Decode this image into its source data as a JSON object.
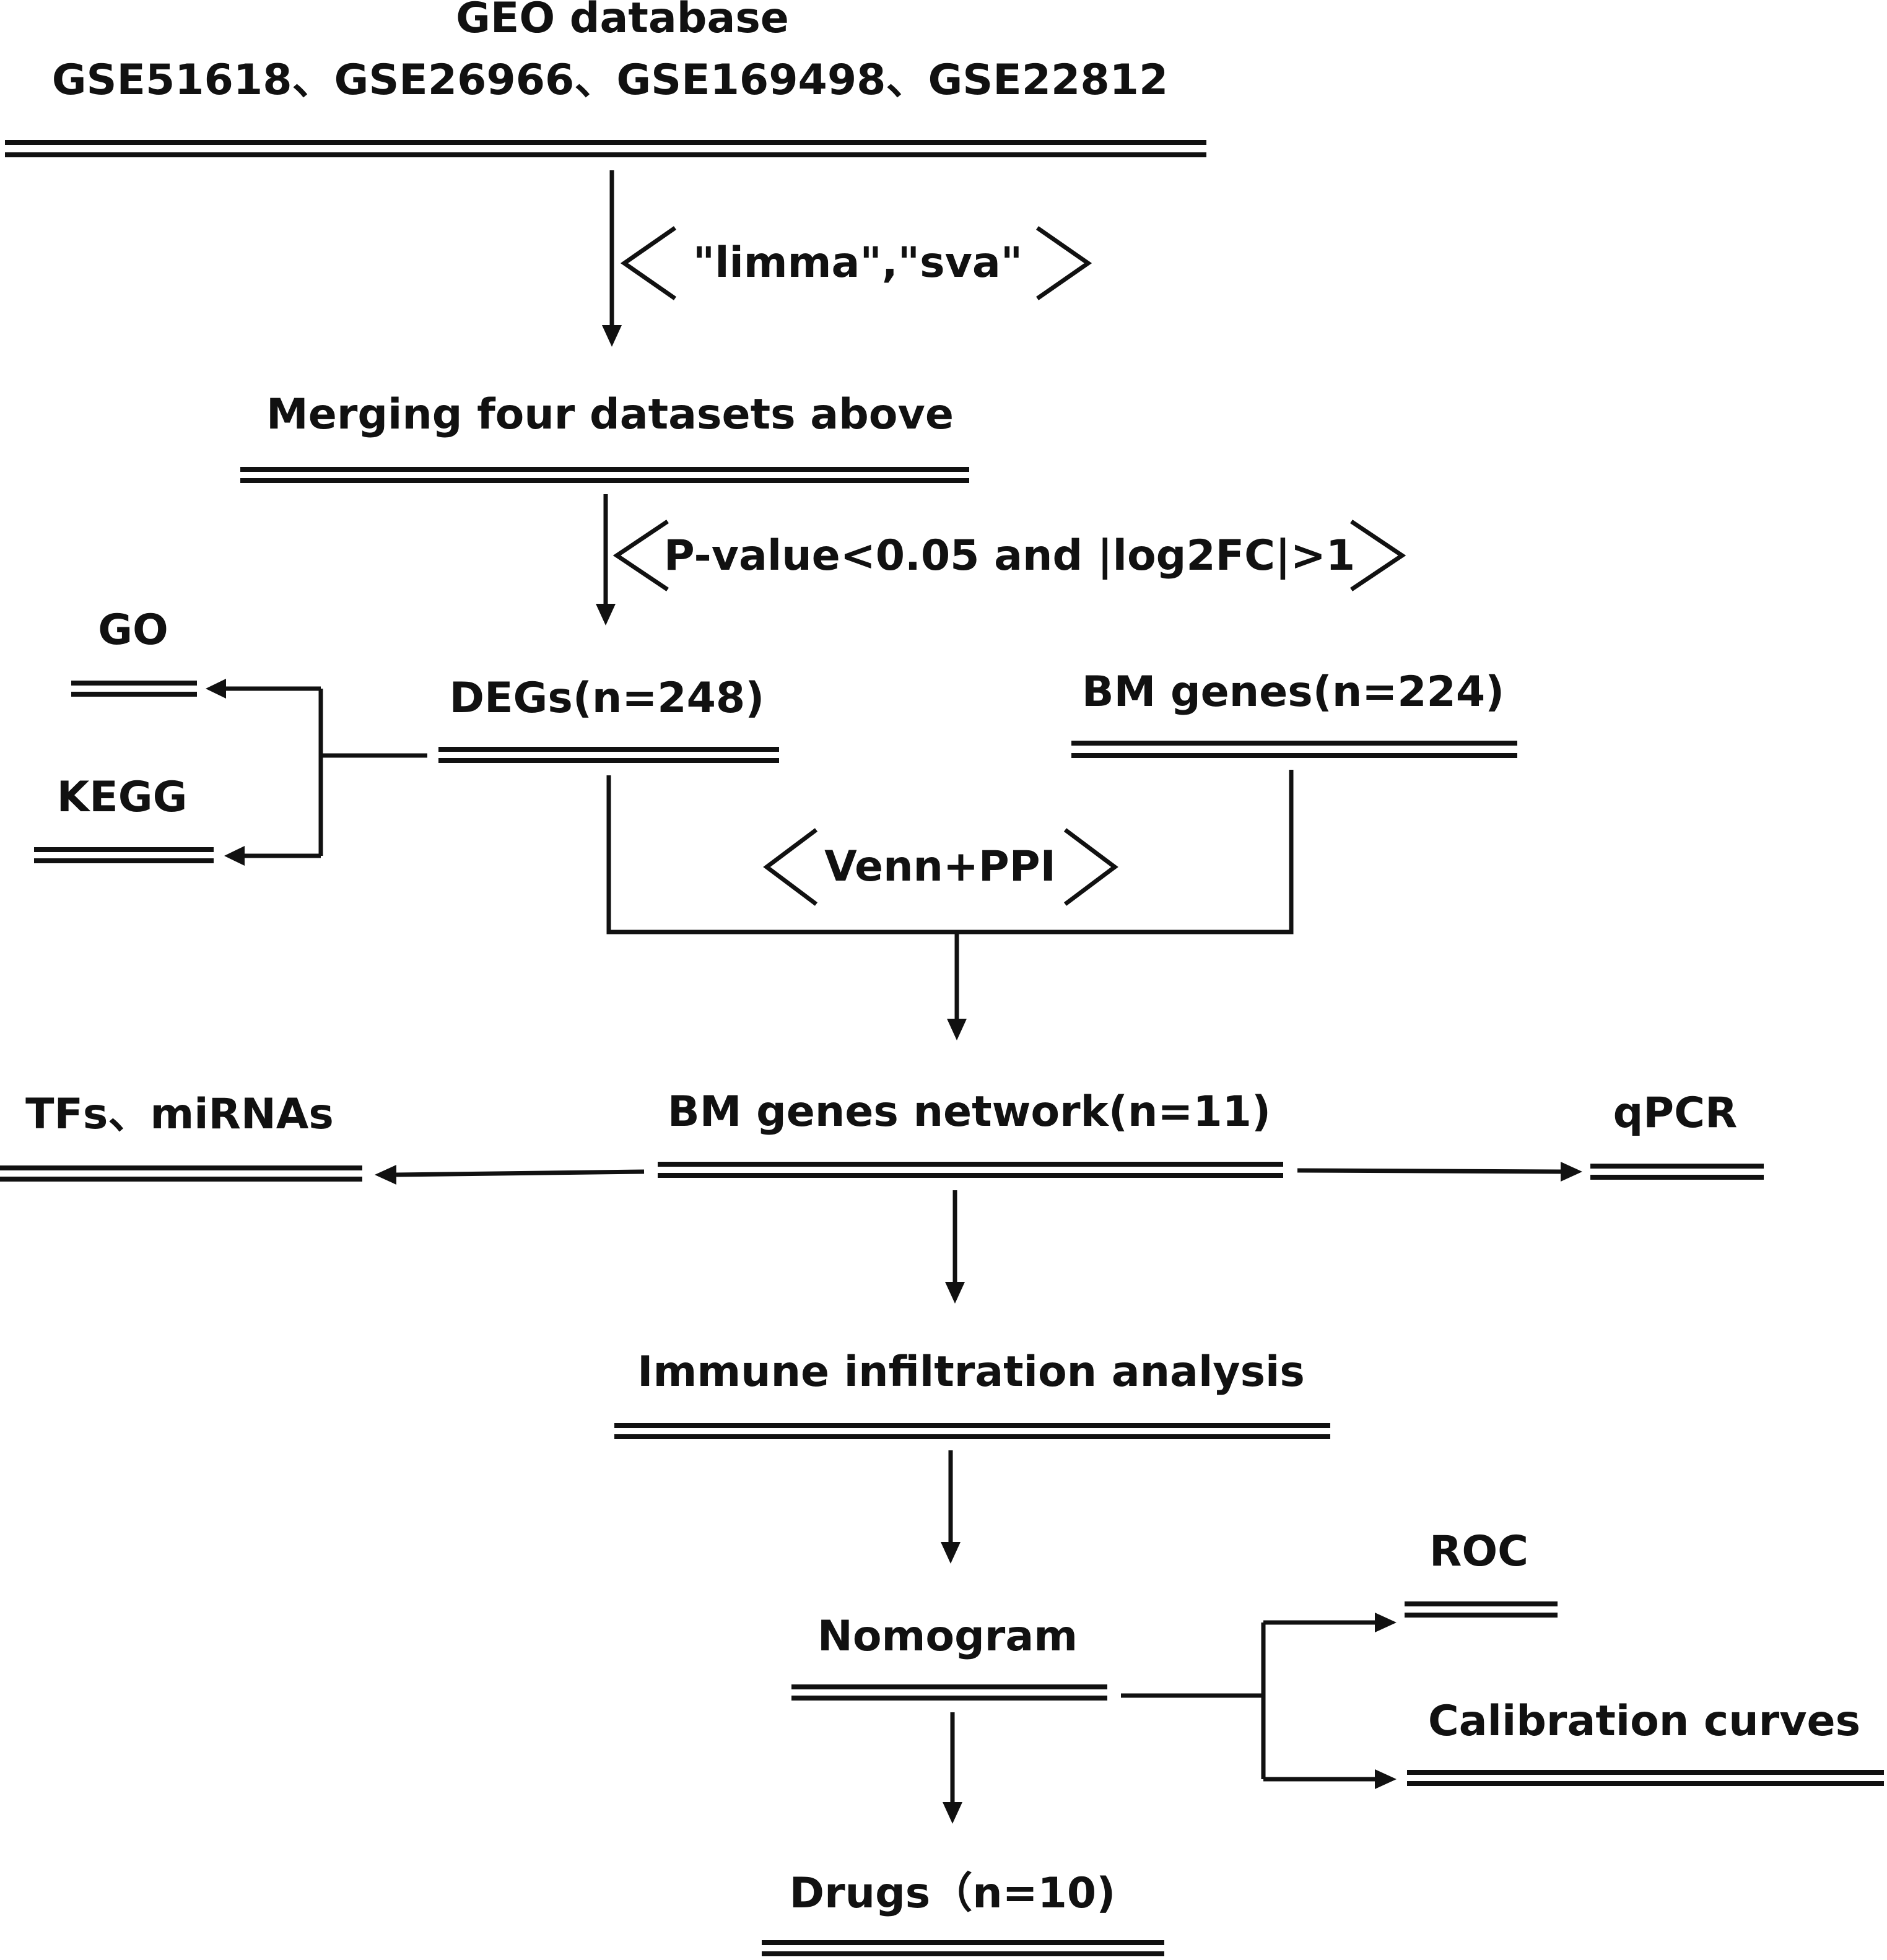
{
  "nodes": {
    "geo_title": "GEO database",
    "geo_sets": "GSE51618、GSE26966、GSE169498、GSE22812",
    "merge": "Merging four datasets above",
    "degs": "DEGs(n=248)",
    "bm_genes": "BM genes(n=224)",
    "go": "GO",
    "kegg": "KEGG",
    "network": "BM genes network(n=11)",
    "tfs": "TFs、miRNAs",
    "qpcr": "qPCR",
    "immune": "Immune infiltration analysis",
    "nomogram": "Nomogram",
    "roc": "ROC",
    "calibration": "Calibration curves",
    "drugs": "Drugs（n=10)"
  },
  "methods": {
    "packages": "\"limma\",\"sva\"",
    "threshold": "P-value<0.05 and |log2FC|>1",
    "venn_ppi": "Venn+PPI"
  },
  "colors": {
    "ink": "#111111",
    "background": "#ffffff"
  }
}
